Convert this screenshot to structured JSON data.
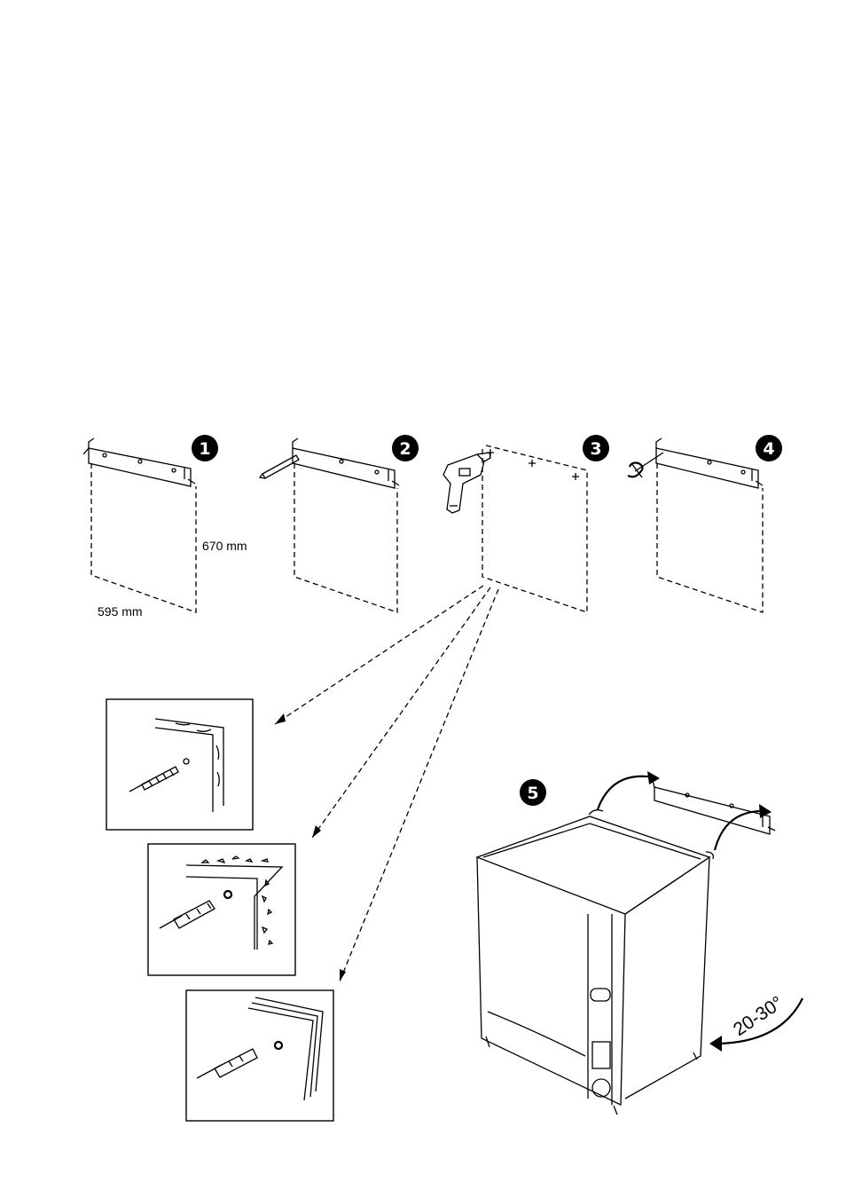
{
  "steps": [
    {
      "number": "1",
      "dims": {
        "height": "670 mm",
        "width": "595 mm"
      }
    },
    {
      "number": "2"
    },
    {
      "number": "3"
    },
    {
      "number": "4"
    },
    {
      "number": "5",
      "tilt": "20-30°"
    }
  ],
  "icons": [
    "drill-icon",
    "screwdriver-icon",
    "screw-icon",
    "wall-plug-icon",
    "curved-arrow-icon"
  ],
  "colors": {
    "ink": "#000000",
    "background": "#ffffff"
  }
}
